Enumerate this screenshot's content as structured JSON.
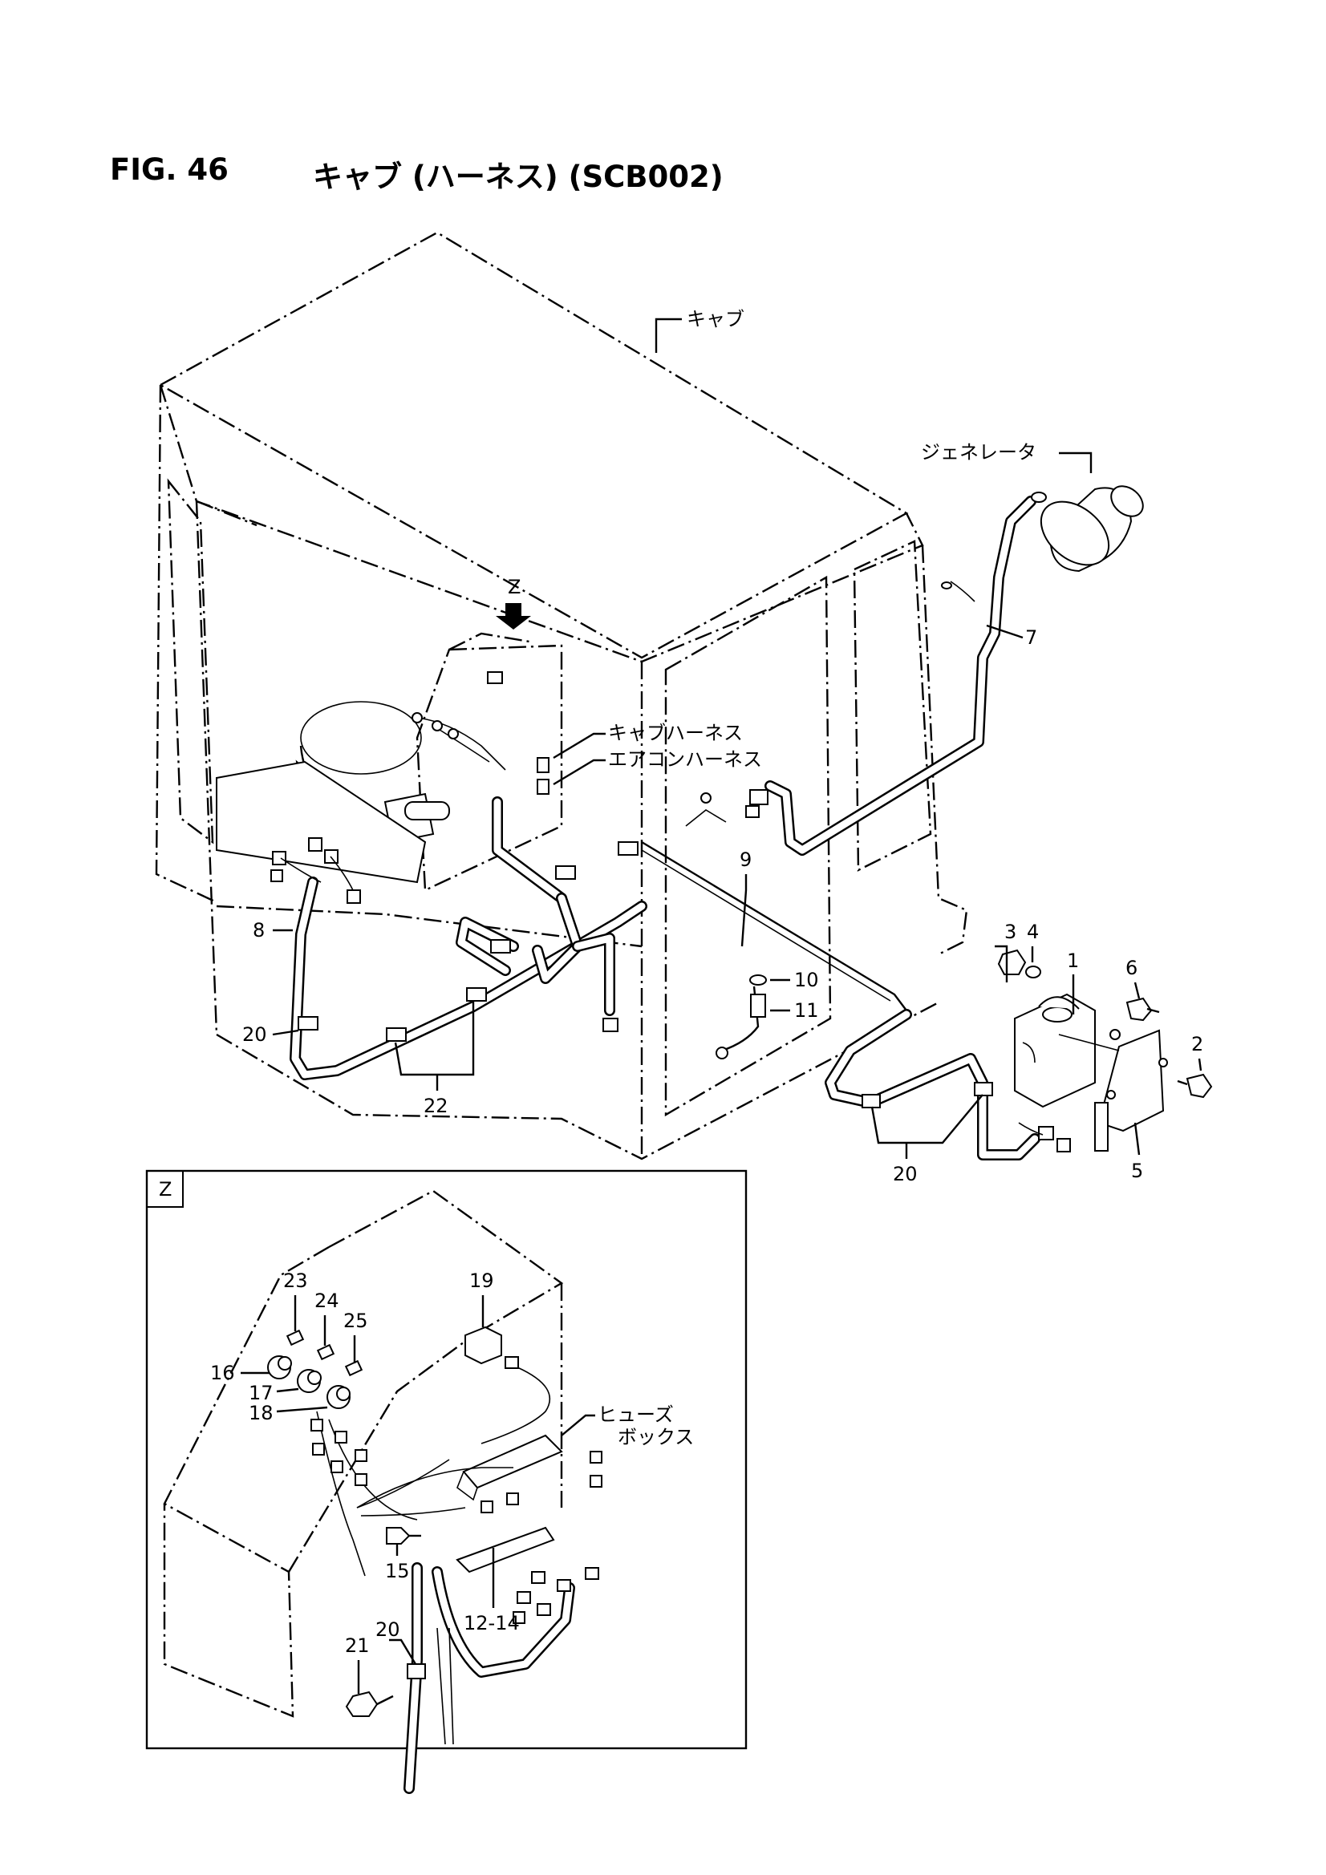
{
  "figure": {
    "label": "FIG. 46",
    "title": "キャブ (ハーネス) (SCB002)"
  },
  "callouts": {
    "cab": "キャブ",
    "generator": "ジェネレータ",
    "cab_harness": "キャブハーネス",
    "aircon_harness": "エアコンハーネス",
    "view_z": "Z",
    "fuse_box_1": "ヒューズ",
    "fuse_box_2": "ボックス"
  },
  "detail_view": {
    "label": "Z"
  },
  "part_numbers": {
    "p1": "1",
    "p2": "2",
    "p3": "3",
    "p4": "4",
    "p5": "5",
    "p6": "6",
    "p7": "7",
    "p8": "8",
    "p9": "9",
    "p10": "10",
    "p11": "11",
    "p12_14": "12-14",
    "p15": "15",
    "p16": "16",
    "p17": "17",
    "p18": "18",
    "p19": "19",
    "p20_a": "20",
    "p20_b": "20",
    "p20_c": "20",
    "p21": "21",
    "p22": "22",
    "p23": "23",
    "p24": "24",
    "p25": "25"
  }
}
